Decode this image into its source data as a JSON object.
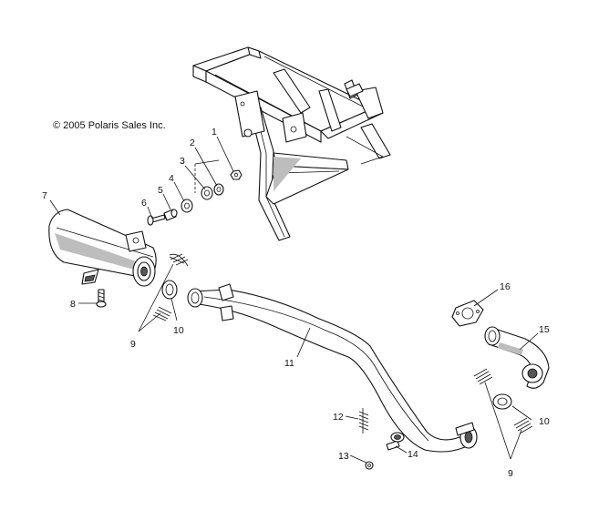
{
  "copyright": "© 2005 Polaris Sales Inc.",
  "callouts": [
    "1",
    "2",
    "3",
    "4",
    "5",
    "6",
    "7",
    "8",
    "9",
    "10",
    "11",
    "12",
    "13",
    "14",
    "15",
    "16"
  ],
  "callout_second_9": "9",
  "callout_second_10": "10"
}
